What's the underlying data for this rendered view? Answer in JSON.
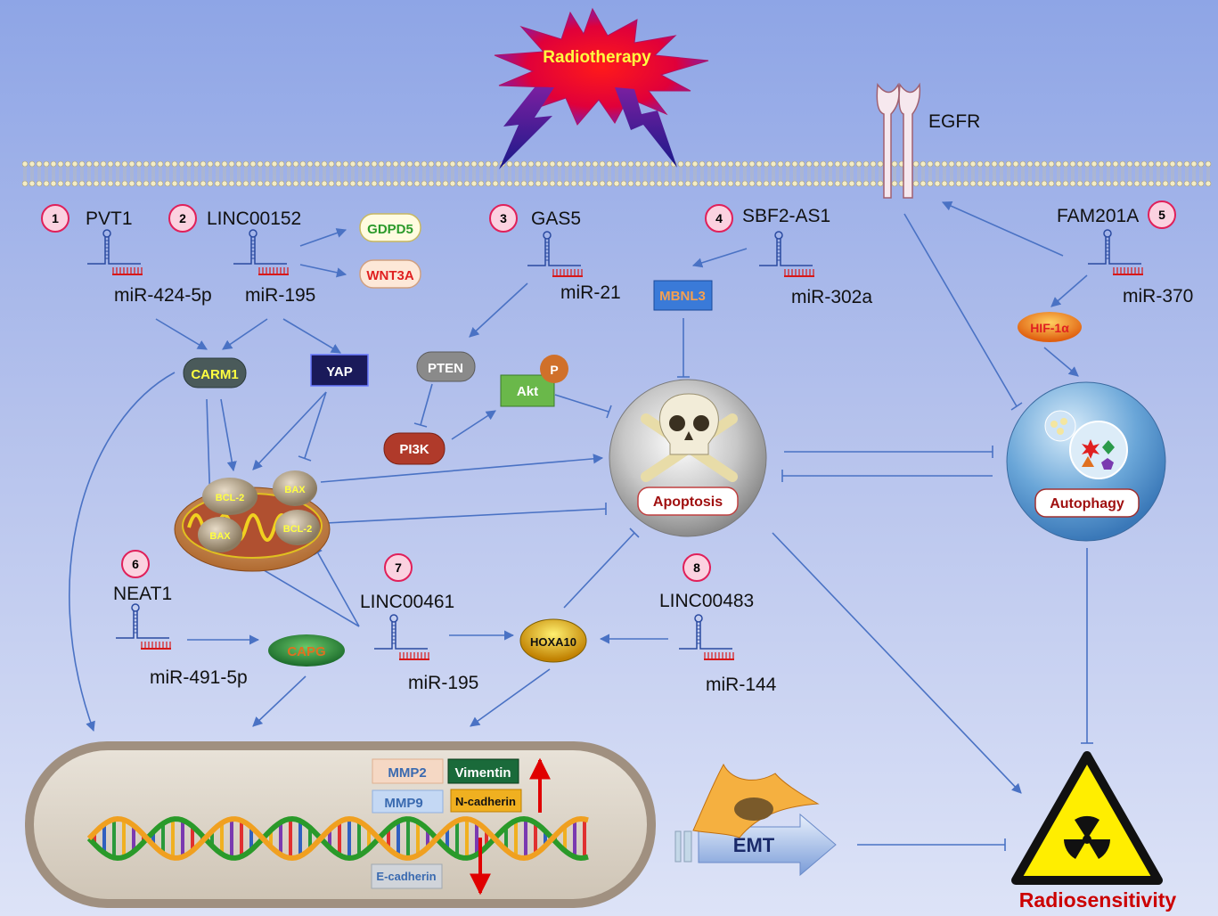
{
  "radiotherapy": "Radiotherapy",
  "egfr": "EGFR",
  "pathways": [
    {
      "num": "1",
      "lnc": "PVT1",
      "mir": "miR-424-5p"
    },
    {
      "num": "2",
      "lnc": "LINC00152",
      "mir": "miR-195"
    },
    {
      "num": "3",
      "lnc": "GAS5",
      "mir": "miR-21"
    },
    {
      "num": "4",
      "lnc": "SBF2-AS1",
      "mir": "miR-302a"
    },
    {
      "num": "5",
      "lnc": "FAM201A",
      "mir": "miR-370"
    },
    {
      "num": "6",
      "lnc": "NEAT1",
      "mir": "miR-491-5p"
    },
    {
      "num": "7",
      "lnc": "LINC00461",
      "mir": "miR-195"
    },
    {
      "num": "8",
      "lnc": "LINC00483",
      "mir": "miR-144"
    }
  ],
  "proteins": {
    "gdpd5": "GDPD5",
    "wnt3a": "WNT3A",
    "carm1": "CARM1",
    "yap": "YAP",
    "pten": "PTEN",
    "akt": "Akt",
    "p": "P",
    "pi3k": "PI3K",
    "mbnl3": "MBNL3",
    "hif1a": "HIF-1α",
    "capg": "CAPG",
    "hoxa10": "HOXA10",
    "bcl2": "BCL-2",
    "bax": "BAX"
  },
  "apoptosis": "Apoptosis",
  "autophagy": "Autophagy",
  "emt": "EMT",
  "genes": {
    "mmp2": "MMP2",
    "vimentin": "Vimentin",
    "mmp9": "MMP9",
    "ncadherin": "N-cadherin",
    "ecadherin": "E-cadherin"
  },
  "radiosensitivity": "Radiosensitivity",
  "colors": {
    "arrow": "#4a72c4",
    "circle_border": "#e0205a",
    "circle_fill": "#fbd2e0",
    "radio_text": "#cc0000"
  }
}
